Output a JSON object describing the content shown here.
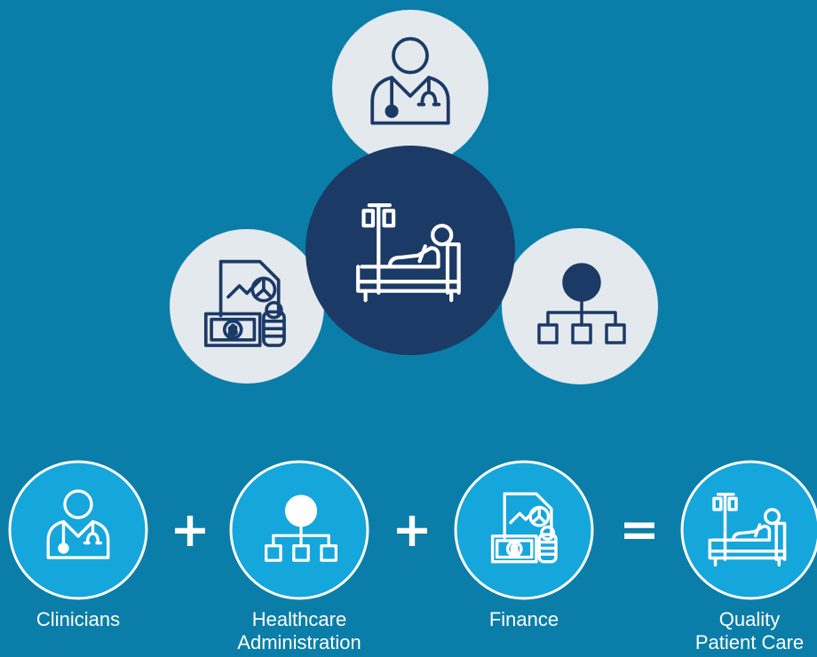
{
  "colors": {
    "background": "#0a7ea8",
    "light_circle": "#e4e9ee",
    "dark_circle": "#1c3a66",
    "icon_stroke": "#1c3a66",
    "bottom_circle": "#15a6dc",
    "white": "#ffffff"
  },
  "top_group": {
    "icons": [
      "doctor-icon",
      "finance-icon",
      "patient-bed-icon",
      "hierarchy-icon"
    ]
  },
  "equation": {
    "items": [
      {
        "label": "Clinicians",
        "icon": "doctor-icon"
      },
      {
        "label": "Healthcare Administration",
        "line1": "Healthcare",
        "line2": "Administration",
        "icon": "hierarchy-icon"
      },
      {
        "label": "Finance",
        "icon": "finance-icon"
      },
      {
        "label": "Quality Patient Care",
        "line1": "Quality",
        "line2": "Patient Care",
        "icon": "patient-bed-icon"
      }
    ],
    "operators": [
      "+",
      "+",
      "="
    ]
  }
}
